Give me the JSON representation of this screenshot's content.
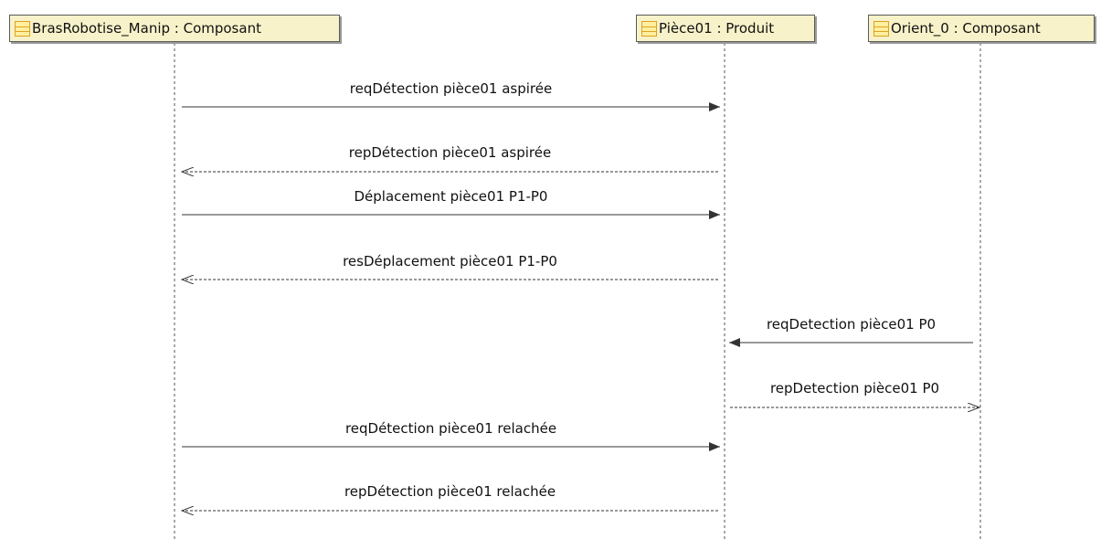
{
  "lifelines": [
    {
      "id": "bras",
      "label": "BrasRobotise_Manip : Composant",
      "icon": "class-icon"
    },
    {
      "id": "piece",
      "label": "Pièce01 : Produit",
      "icon": "class-icon"
    },
    {
      "id": "orient",
      "label": "Orient_0 : Composant",
      "icon": "class-icon"
    }
  ],
  "messages": [
    {
      "label": "reqDétection pièce01 aspirée",
      "from": "bras",
      "to": "piece",
      "kind": "sync"
    },
    {
      "label": "repDétection pièce01 aspirée",
      "from": "piece",
      "to": "bras",
      "kind": "reply"
    },
    {
      "label": "Déplacement pièce01 P1-P0",
      "from": "bras",
      "to": "piece",
      "kind": "sync"
    },
    {
      "label": "resDéplacement pièce01 P1-P0",
      "from": "piece",
      "to": "bras",
      "kind": "reply"
    },
    {
      "label": "reqDetection pièce01 P0",
      "from": "orient",
      "to": "piece",
      "kind": "sync"
    },
    {
      "label": "repDetection pièce01 P0",
      "from": "piece",
      "to": "orient",
      "kind": "reply"
    },
    {
      "label": "reqDétection pièce01 relachée",
      "from": "bras",
      "to": "piece",
      "kind": "sync"
    },
    {
      "label": "repDétection pièce01 relachée",
      "from": "piece",
      "to": "bras",
      "kind": "reply"
    }
  ],
  "colors": {
    "lifeline_fill": "#f7f2c9",
    "lifeline_border": "#5a5a5a",
    "icon_border": "#e0a020",
    "line": "#333333"
  }
}
